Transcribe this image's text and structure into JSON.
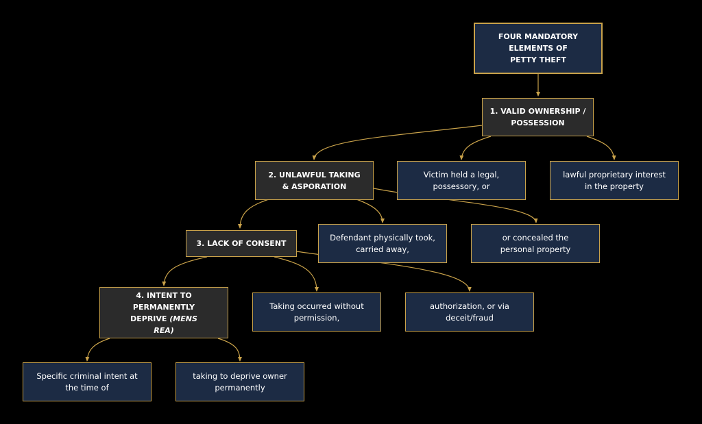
{
  "diagram": {
    "root": "FOUR MANDATORY ELEMENTS OF PETTY THEFT",
    "elements": [
      {
        "label": "1. VALID OWNERSHIP / POSSESSION",
        "details": [
          "Victim held a legal, possessory, or",
          "lawful proprietary interest in the property"
        ]
      },
      {
        "label": "2. UNLAWFUL TAKING & ASPORATION",
        "details": [
          "Defendant physically took, carried away,",
          "or concealed the personal property"
        ]
      },
      {
        "label": "3. LACK OF CONSENT",
        "details": [
          "Taking occurred without permission,",
          "authorization, or via deceit/fraud"
        ]
      },
      {
        "label": "4. INTENT TO PERMANENTLY DEPRIVE",
        "label_italic": "(MENS REA)",
        "details": [
          "Specific criminal intent at the time of",
          "taking to deprive owner permanently"
        ]
      }
    ]
  },
  "colors": {
    "background": "#000000",
    "node_fill_detail": "#1c2b44",
    "node_fill_element": "#2b2b2b",
    "border": "#c9a24a",
    "edge": "#c9a24a",
    "text": "#ffffff"
  }
}
